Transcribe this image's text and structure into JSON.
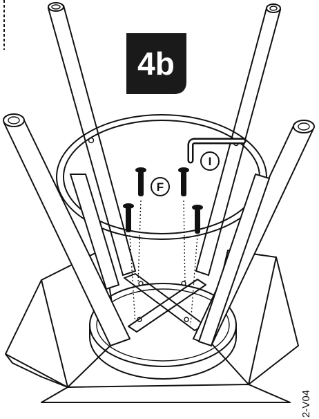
{
  "step": {
    "label": "4b",
    "badge_color": "#1a1a1a"
  },
  "parts": [
    {
      "letter": "F",
      "description": "bolt"
    },
    {
      "letter": "I",
      "description": "allen key"
    }
  ],
  "document_code": "2-V04",
  "colors": {
    "ink": "#111111",
    "background": "#ffffff"
  }
}
